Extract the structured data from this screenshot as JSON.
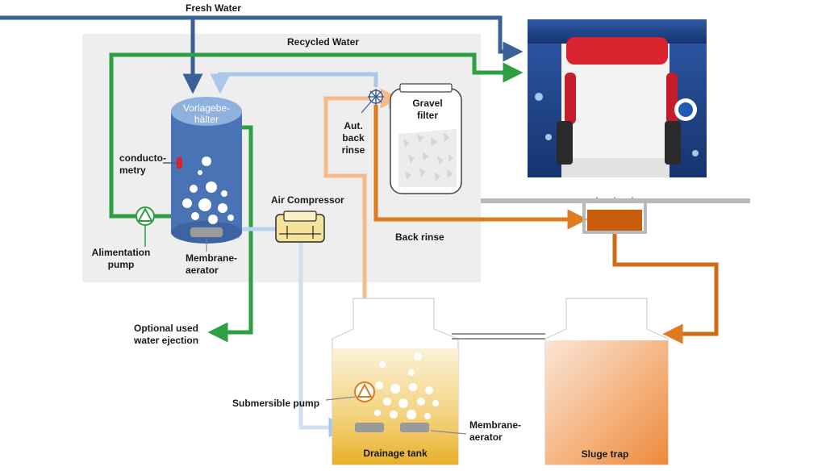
{
  "labels": {
    "fresh_water": "Fresh Water",
    "recycled_water": "Recycled Water",
    "vorlage_line1": "Vorlagebe-",
    "vorlage_line2": "hälter",
    "conductometry_line1": "conducto-",
    "conductometry_line2": "metry",
    "alimentation_line1": "Alimentation",
    "alimentation_line2": "pump",
    "membrane_top_line1": "Membrane-",
    "membrane_top_line2": "aerator",
    "air_compressor": "Air Compressor",
    "aut_line1": "Aut.",
    "aut_line2": "back",
    "aut_line3": "rinse",
    "gravel_line1": "Gravel",
    "gravel_line2": "filter",
    "back_rinse": "Back rinse",
    "optional_line1": "Optional used",
    "optional_line2": "water ejection",
    "submersible_pump": "Submersible pump",
    "membrane_bottom_line1": "Membrane-",
    "membrane_bottom_line2": "aerator",
    "drainage_tank": "Drainage tank",
    "sludge_trap": "Sluge trap"
  },
  "colors": {
    "fresh_water": "#3b5f97",
    "recycled_water": "#2ea043",
    "air": "#b9d3ee",
    "back_rinse": "#e07a1f",
    "submersible_line": "#f6b98a",
    "panel": "#eeeeee",
    "tank_blue": "#4a73b5",
    "tank_top": "#8fb1dd"
  },
  "icons": {
    "pump": "circle-triangle-icon",
    "valve": "star-valve-icon",
    "sensor": "red-sensor-icon",
    "wash": "car-wash-gantry-image"
  }
}
